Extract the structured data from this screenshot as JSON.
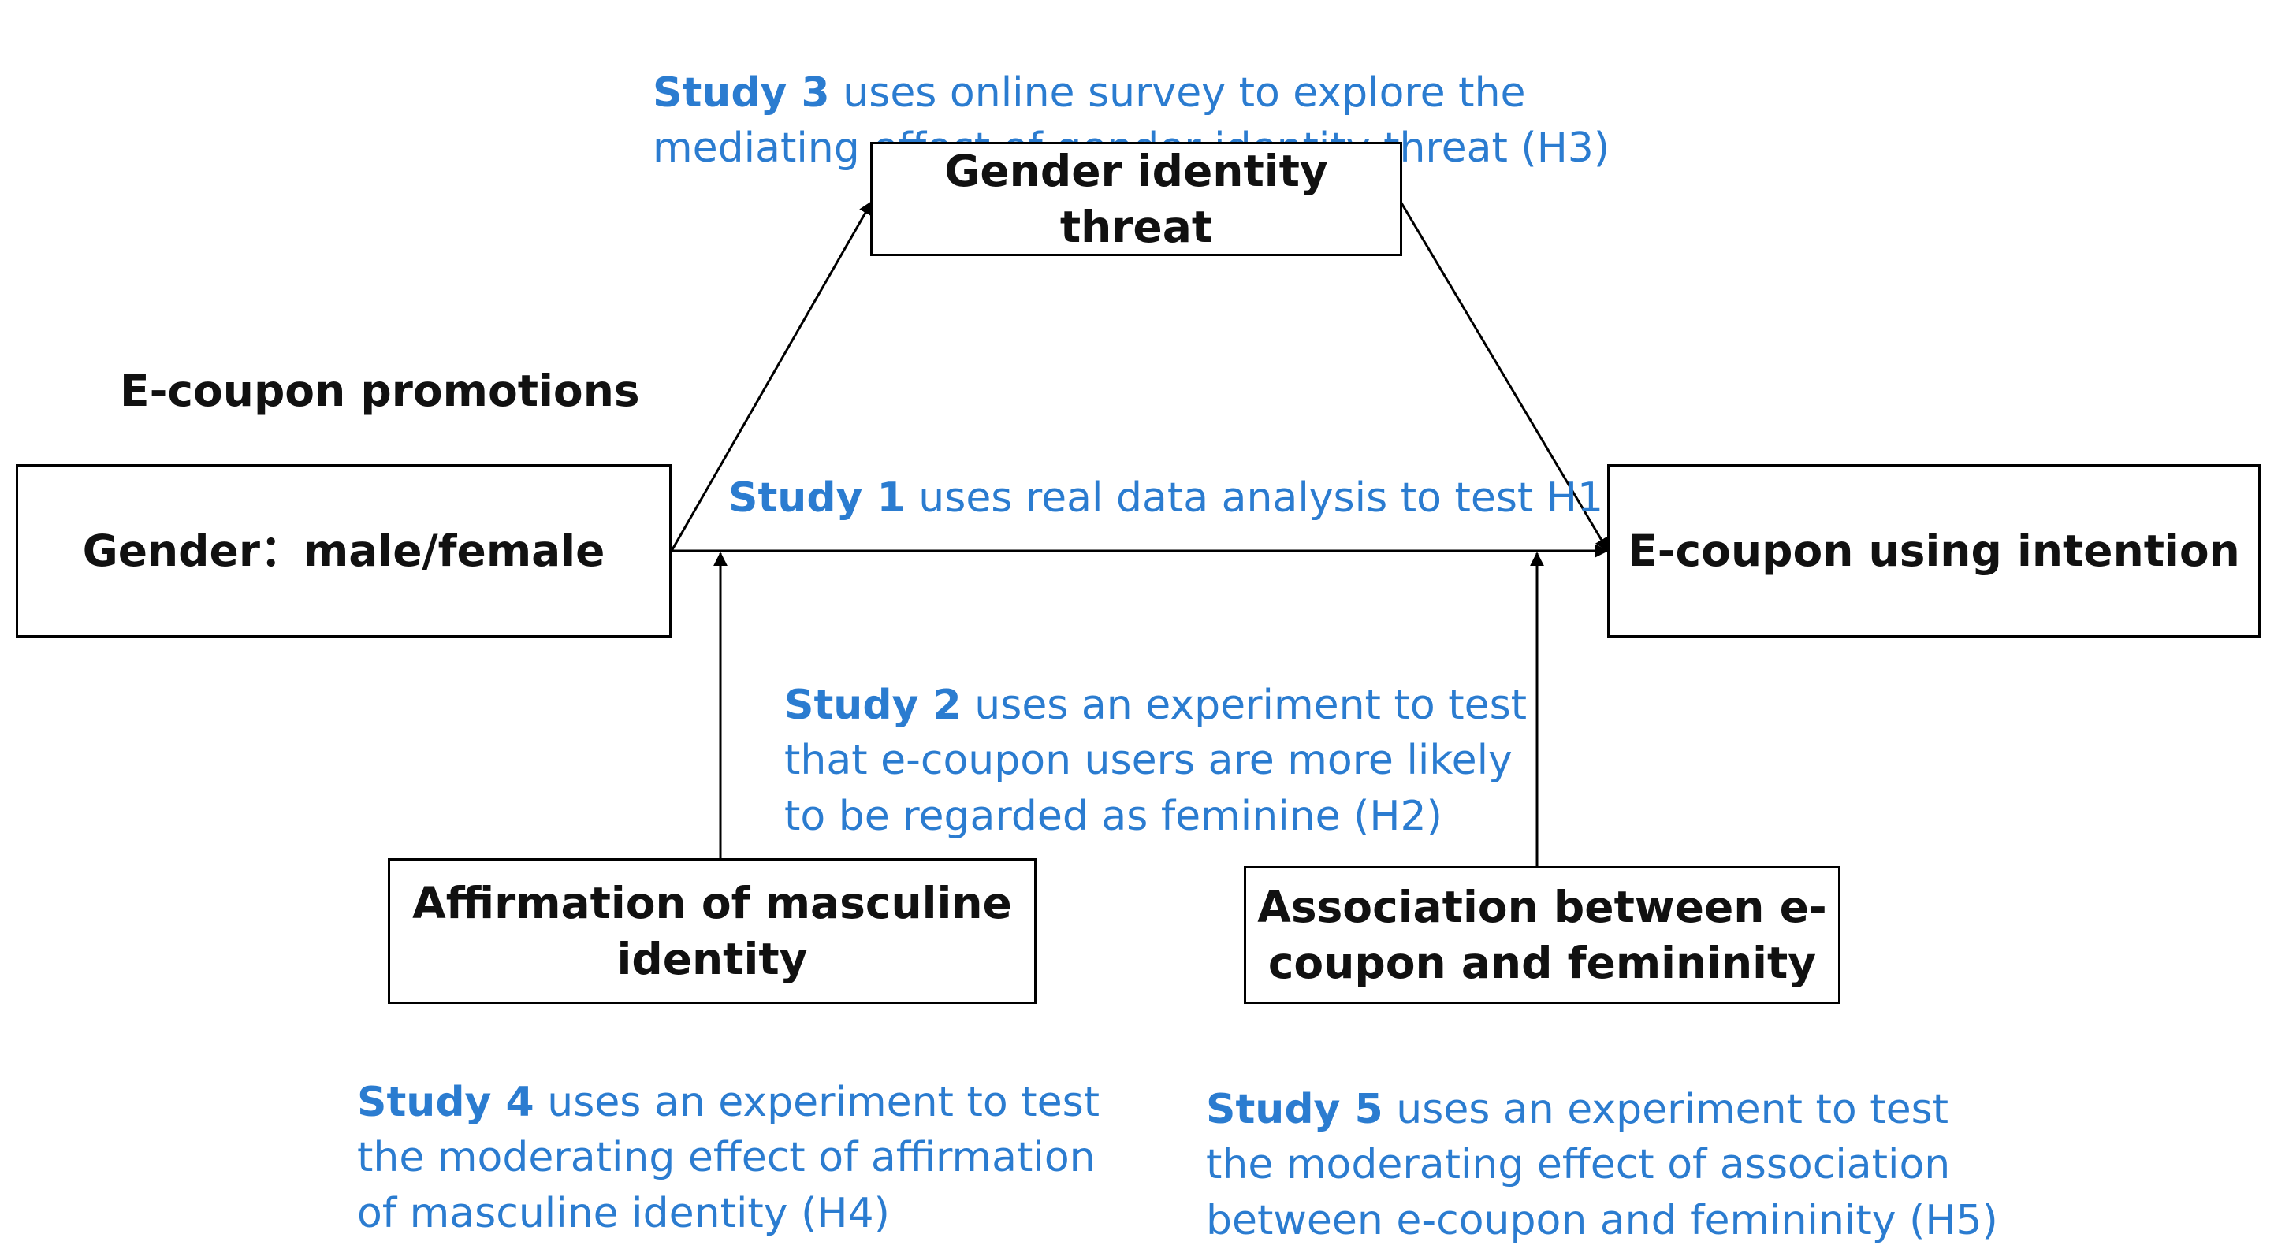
{
  "colors": {
    "study_text": "#2b7cd0",
    "box_border": "#000000",
    "box_text": "#111111",
    "arrow": "#000000"
  },
  "heading": "E-coupon promotions",
  "boxes": {
    "gender": "Gender：male/female",
    "threat": "Gender identity threat",
    "intention": "E-coupon using intention",
    "affirmation": "Affirmation of masculine\nidentity",
    "association": "Association between e-\ncoupon and femininity"
  },
  "studies": {
    "study3": {
      "lead": "Study 3",
      "text": " uses online survey to explore the\nmediating effect of gender identity threat (H3)"
    },
    "study1": {
      "lead": "Study 1",
      "text": " uses real data analysis to test H1"
    },
    "study2": {
      "lead": "Study 2",
      "text": " uses an experiment to test\nthat e-coupon users are more likely\nto be regarded as feminine (H2)"
    },
    "study4": {
      "lead": "Study 4",
      "text": " uses an experiment to test\nthe moderating effect of affirmation\nof masculine identity (H4)"
    },
    "study5": {
      "lead": "Study 5",
      "text": " uses an experiment to test\nthe moderating effect of association\nbetween e-coupon and femininity (H5)"
    }
  }
}
